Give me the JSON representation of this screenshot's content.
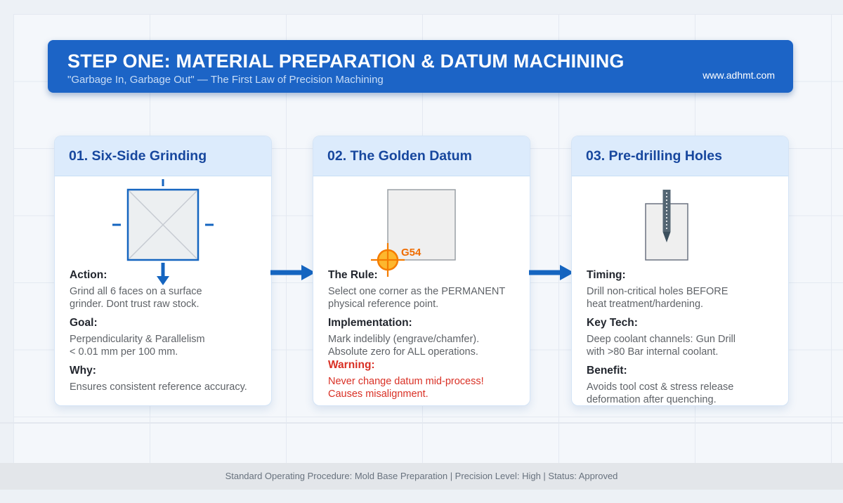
{
  "header": {
    "title": "STEP ONE: MATERIAL PREPARATION & DATUM MACHINING",
    "subtitle": "\"Garbage In, Garbage Out\" — The First Law of Precision Machining",
    "website": "www.adhmt.com"
  },
  "cards": [
    {
      "title": "01. Six-Side Grinding",
      "icon": "six-side-ground-block-icon",
      "sections": [
        {
          "label": "Action:",
          "text": "Grind all 6 faces on a surface\ngrinder. Dont trust raw stock.",
          "style": "normal"
        },
        {
          "label": "Goal:",
          "text": "Perpendicularity & Parallelism\n< 0.01 mm per 100 mm.",
          "style": "normal"
        },
        {
          "label": "Why:",
          "text": "Ensures consistent reference accuracy.",
          "style": "normal"
        }
      ]
    },
    {
      "title": "02. The Golden Datum",
      "icon": "datum-target-icon",
      "icon_label": "G54",
      "sections": [
        {
          "label": "The Rule:",
          "text": "Select one corner as the PERMANENT\nphysical reference point.",
          "style": "normal"
        },
        {
          "label": "Implementation:",
          "text": "Mark indelibly (engrave/chamfer).\nAbsolute zero for ALL operations.",
          "style": "normal"
        },
        {
          "label": "Warning:",
          "text": "Never change datum mid-process!\nCauses misalignment.",
          "style": "warning"
        }
      ]
    },
    {
      "title": "03. Pre-drilling Holes",
      "icon": "drill-block-icon",
      "sections": [
        {
          "label": "Timing:",
          "text": "Drill non-critical holes BEFORE\nheat treatment/hardening.",
          "style": "normal"
        },
        {
          "label": "Key Tech:",
          "text": "Deep coolant channels: Gun Drill\nwith >80 Bar internal coolant.",
          "style": "normal"
        },
        {
          "label": "Benefit:",
          "text": "Avoids tool cost & stress release\ndeformation after quenching.",
          "style": "normal"
        }
      ]
    }
  ],
  "footer": {
    "text": "Standard Operating Procedure: Mold Base Preparation | Precision Level: High | Status: Approved"
  },
  "colors": {
    "header_blue": "#1c64c6",
    "card_header_bg": "#dcebfc",
    "card_title_blue": "#17479e",
    "arrow_blue": "#1565c0",
    "warning_red": "#d93025",
    "datum_orange": "#f57c00",
    "datum_fill": "#fdb72e",
    "drill_slate": "#546673"
  }
}
